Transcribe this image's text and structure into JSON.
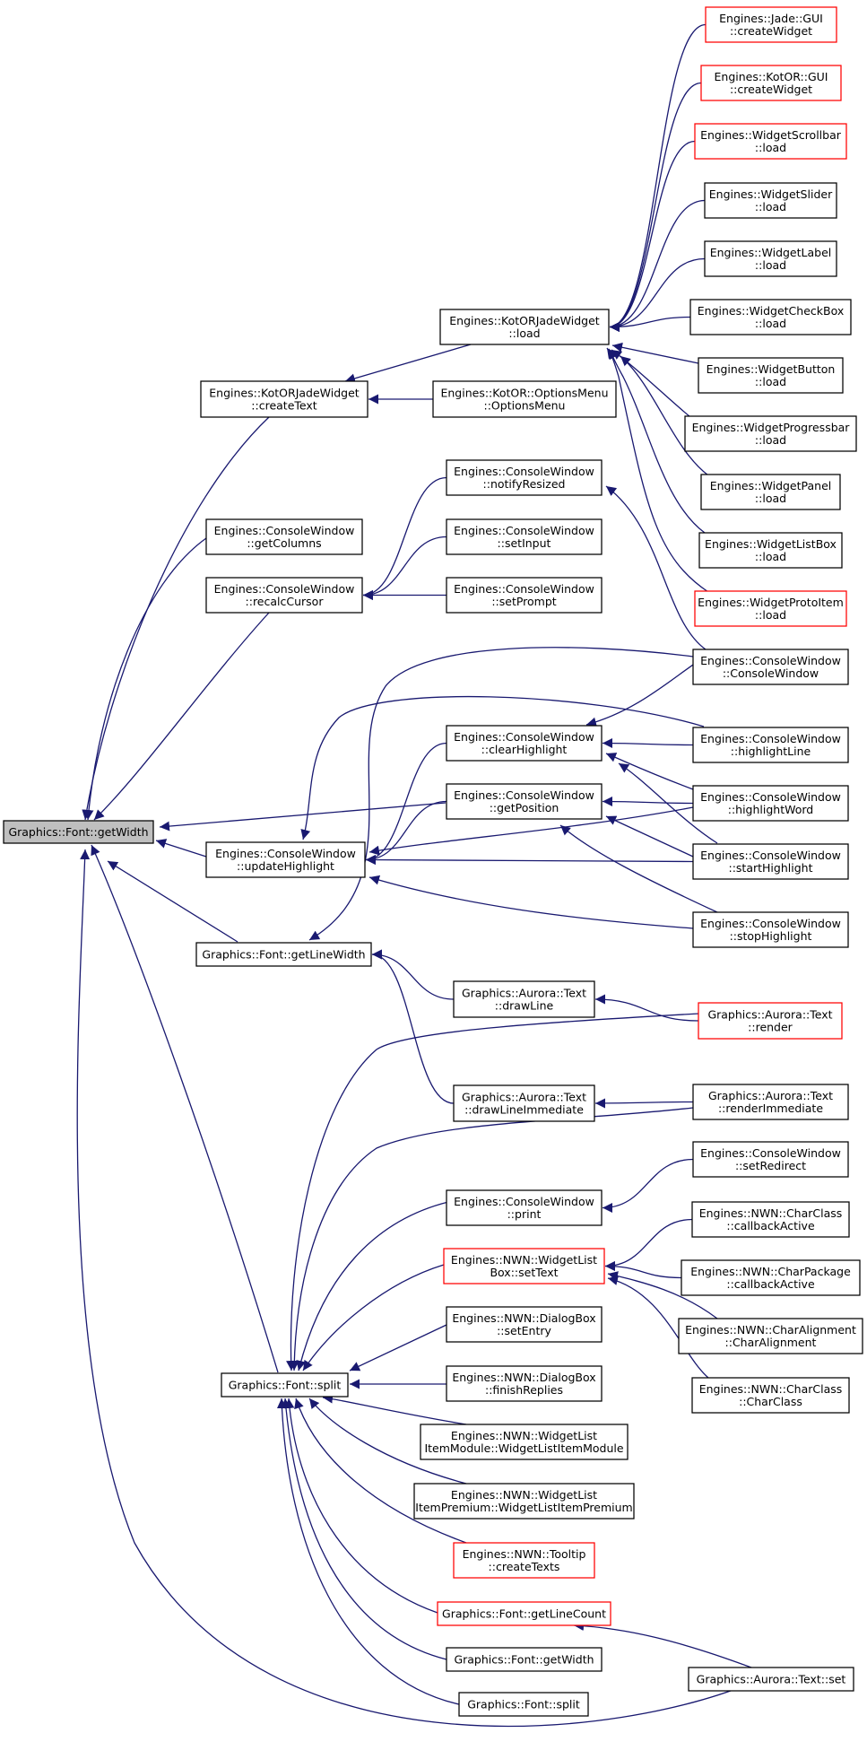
{
  "colors": {
    "edge": "#191970",
    "border": "#000000",
    "border_truncated": "#ff0000",
    "root_fill": "#bfbfbf",
    "fill": "#ffffff"
  },
  "nodes": [
    {
      "id": "root",
      "lines": [
        "Graphics::Font::getWidth"
      ],
      "root": true
    },
    {
      "id": "kcreateText",
      "lines": [
        "Engines::KotORJadeWidget",
        "::createText"
      ]
    },
    {
      "id": "getColumns",
      "lines": [
        "Engines::ConsoleWindow",
        "::getColumns"
      ]
    },
    {
      "id": "recalcCursor",
      "lines": [
        "Engines::ConsoleWindow",
        "::recalcCursor"
      ]
    },
    {
      "id": "updateHighlight",
      "lines": [
        "Engines::ConsoleWindow",
        "::updateHighlight"
      ]
    },
    {
      "id": "getLineWidth",
      "lines": [
        "Graphics::Font::getLineWidth"
      ]
    },
    {
      "id": "split",
      "lines": [
        "Graphics::Font::split"
      ]
    },
    {
      "id": "kload",
      "lines": [
        "Engines::KotORJadeWidget",
        "::load"
      ]
    },
    {
      "id": "optionsMenu",
      "lines": [
        "Engines::KotOR::OptionsMenu",
        "::OptionsMenu"
      ]
    },
    {
      "id": "notifyResized",
      "lines": [
        "Engines::ConsoleWindow",
        "::notifyResized"
      ]
    },
    {
      "id": "setInput",
      "lines": [
        "Engines::ConsoleWindow",
        "::setInput"
      ]
    },
    {
      "id": "setPrompt",
      "lines": [
        "Engines::ConsoleWindow",
        "::setPrompt"
      ]
    },
    {
      "id": "clearHighlight",
      "lines": [
        "Engines::ConsoleWindow",
        "::clearHighlight"
      ]
    },
    {
      "id": "getPosition",
      "lines": [
        "Engines::ConsoleWindow",
        "::getPosition"
      ]
    },
    {
      "id": "drawLine",
      "lines": [
        "Graphics::Aurora::Text",
        "::drawLine"
      ]
    },
    {
      "id": "drawLineImm",
      "lines": [
        "Graphics::Aurora::Text",
        "::drawLineImmediate"
      ]
    },
    {
      "id": "cprint",
      "lines": [
        "Engines::ConsoleWindow",
        "::print"
      ]
    },
    {
      "id": "wlSetText",
      "lines": [
        "Engines::NWN::WidgetList",
        "Box::setText"
      ],
      "truncated": true
    },
    {
      "id": "dbSetEntry",
      "lines": [
        "Engines::NWN::DialogBox",
        "::setEntry"
      ]
    },
    {
      "id": "dbFinish",
      "lines": [
        "Engines::NWN::DialogBox",
        "::finishReplies"
      ]
    },
    {
      "id": "wliModule",
      "lines": [
        "Engines::NWN::WidgetList",
        "ItemModule::WidgetListItemModule"
      ]
    },
    {
      "id": "wliPremium",
      "lines": [
        "Engines::NWN::WidgetList",
        "ItemPremium::WidgetListItemPremium"
      ]
    },
    {
      "id": "tooltip",
      "lines": [
        "Engines::NWN::Tooltip",
        "::createTexts"
      ],
      "truncated": true
    },
    {
      "id": "getLineCount",
      "lines": [
        "Graphics::Font::getLineCount"
      ],
      "truncated": true
    },
    {
      "id": "getWidth2",
      "lines": [
        "Graphics::Font::getWidth"
      ]
    },
    {
      "id": "split2",
      "lines": [
        "Graphics::Font::split"
      ]
    },
    {
      "id": "jadeGui",
      "lines": [
        "Engines::Jade::GUI",
        "::createWidget"
      ],
      "truncated": true
    },
    {
      "id": "kotorGui",
      "lines": [
        "Engines::KotOR::GUI",
        "::createWidget"
      ],
      "truncated": true
    },
    {
      "id": "wScrollbar",
      "lines": [
        "Engines::WidgetScrollbar",
        "::load"
      ],
      "truncated": true
    },
    {
      "id": "wSlider",
      "lines": [
        "Engines::WidgetSlider",
        "::load"
      ]
    },
    {
      "id": "wLabel",
      "lines": [
        "Engines::WidgetLabel",
        "::load"
      ]
    },
    {
      "id": "wCheckBox",
      "lines": [
        "Engines::WidgetCheckBox",
        "::load"
      ]
    },
    {
      "id": "wButton",
      "lines": [
        "Engines::WidgetButton",
        "::load"
      ]
    },
    {
      "id": "wProgress",
      "lines": [
        "Engines::WidgetProgressbar",
        "::load"
      ]
    },
    {
      "id": "wPanel",
      "lines": [
        "Engines::WidgetPanel",
        "::load"
      ]
    },
    {
      "id": "wListBox",
      "lines": [
        "Engines::WidgetListBox",
        "::load"
      ]
    },
    {
      "id": "wProto",
      "lines": [
        "Engines::WidgetProtoItem",
        "::load"
      ],
      "truncated": true
    },
    {
      "id": "cwCtor",
      "lines": [
        "Engines::ConsoleWindow",
        "::ConsoleWindow"
      ]
    },
    {
      "id": "hlLine",
      "lines": [
        "Engines::ConsoleWindow",
        "::highlightLine"
      ]
    },
    {
      "id": "hlWord",
      "lines": [
        "Engines::ConsoleWindow",
        "::highlightWord"
      ]
    },
    {
      "id": "startHl",
      "lines": [
        "Engines::ConsoleWindow",
        "::startHighlight"
      ]
    },
    {
      "id": "stopHl",
      "lines": [
        "Engines::ConsoleWindow",
        "::stopHighlight"
      ]
    },
    {
      "id": "render",
      "lines": [
        "Graphics::Aurora::Text",
        "::render"
      ],
      "truncated": true
    },
    {
      "id": "renderImm",
      "lines": [
        "Graphics::Aurora::Text",
        "::renderImmediate"
      ]
    },
    {
      "id": "setRedirect",
      "lines": [
        "Engines::ConsoleWindow",
        "::setRedirect"
      ]
    },
    {
      "id": "ccCallback",
      "lines": [
        "Engines::NWN::CharClass",
        "::callbackActive"
      ]
    },
    {
      "id": "cpCallback",
      "lines": [
        "Engines::NWN::CharPackage",
        "::callbackActive"
      ]
    },
    {
      "id": "caCtor",
      "lines": [
        "Engines::NWN::CharAlignment",
        "::CharAlignment"
      ]
    },
    {
      "id": "ccCtor",
      "lines": [
        "Engines::NWN::CharClass",
        "::CharClass"
      ]
    },
    {
      "id": "textSet",
      "lines": [
        "Graphics::Aurora::Text::set"
      ]
    }
  ],
  "edges": [
    [
      "kcreateText",
      "root"
    ],
    [
      "getColumns",
      "root"
    ],
    [
      "recalcCursor",
      "root"
    ],
    [
      "updateHighlight",
      "root"
    ],
    [
      "getLineWidth",
      "root"
    ],
    [
      "split",
      "root"
    ],
    [
      "getPosition",
      "root"
    ],
    [
      "textSet",
      "root"
    ],
    [
      "kload",
      "kcreateText"
    ],
    [
      "optionsMenu",
      "kcreateText"
    ],
    [
      "notifyResized",
      "recalcCursor"
    ],
    [
      "setInput",
      "recalcCursor"
    ],
    [
      "setPrompt",
      "recalcCursor"
    ],
    [
      "clearHighlight",
      "updateHighlight"
    ],
    [
      "getPosition",
      "updateHighlight"
    ],
    [
      "hlLine",
      "updateHighlight"
    ],
    [
      "hlWord",
      "updateHighlight"
    ],
    [
      "startHl",
      "updateHighlight"
    ],
    [
      "stopHl",
      "updateHighlight"
    ],
    [
      "cwCtor",
      "getLineWidth"
    ],
    [
      "drawLine",
      "getLineWidth"
    ],
    [
      "drawLineImm",
      "getLineWidth"
    ],
    [
      "render",
      "split"
    ],
    [
      "renderImm",
      "split"
    ],
    [
      "cprint",
      "split"
    ],
    [
      "wlSetText",
      "split"
    ],
    [
      "dbSetEntry",
      "split"
    ],
    [
      "dbFinish",
      "split"
    ],
    [
      "wliModule",
      "split"
    ],
    [
      "wliPremium",
      "split"
    ],
    [
      "tooltip",
      "split"
    ],
    [
      "getLineCount",
      "split"
    ],
    [
      "getWidth2",
      "split"
    ],
    [
      "split2",
      "split"
    ],
    [
      "jadeGui",
      "kload"
    ],
    [
      "kotorGui",
      "kload"
    ],
    [
      "wScrollbar",
      "kload"
    ],
    [
      "wSlider",
      "kload"
    ],
    [
      "wLabel",
      "kload"
    ],
    [
      "wCheckBox",
      "kload"
    ],
    [
      "wButton",
      "kload"
    ],
    [
      "wProgress",
      "kload"
    ],
    [
      "wPanel",
      "kload"
    ],
    [
      "wListBox",
      "kload"
    ],
    [
      "wProto",
      "kload"
    ],
    [
      "cwCtor",
      "notifyResized"
    ],
    [
      "cwCtor",
      "clearHighlight"
    ],
    [
      "hlLine",
      "clearHighlight"
    ],
    [
      "hlWord",
      "clearHighlight"
    ],
    [
      "startHl",
      "clearHighlight"
    ],
    [
      "hlWord",
      "getPosition"
    ],
    [
      "startHl",
      "getPosition"
    ],
    [
      "stopHl",
      "getPosition"
    ],
    [
      "render",
      "drawLine"
    ],
    [
      "renderImm",
      "drawLineImm"
    ],
    [
      "setRedirect",
      "cprint"
    ],
    [
      "ccCallback",
      "wlSetText"
    ],
    [
      "cpCallback",
      "wlSetText"
    ],
    [
      "caCtor",
      "wlSetText"
    ],
    [
      "ccCtor",
      "wlSetText"
    ],
    [
      "textSet",
      "getLineCount"
    ]
  ]
}
